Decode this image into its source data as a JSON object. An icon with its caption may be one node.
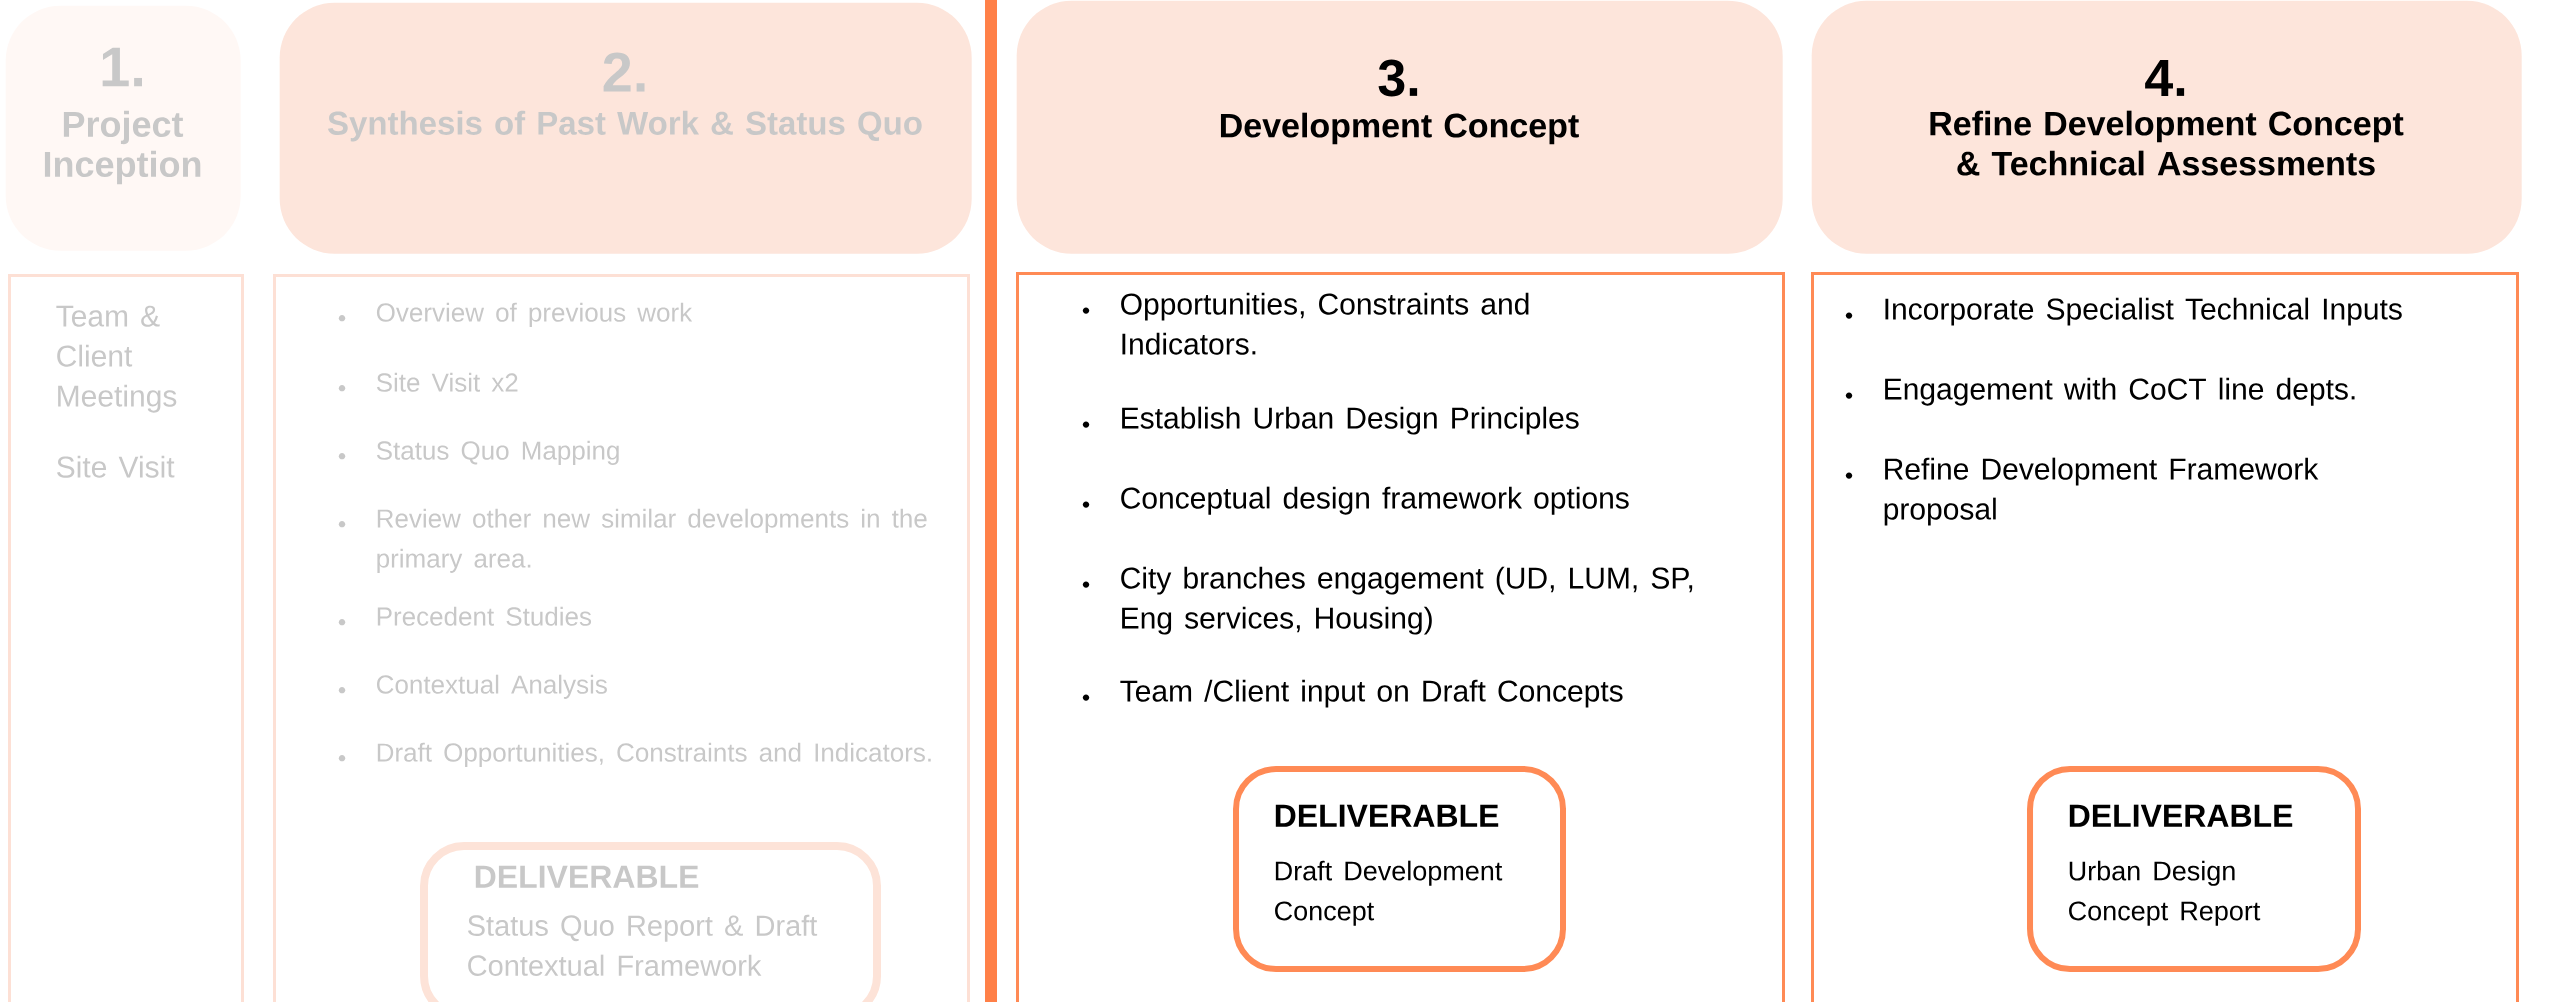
{
  "diagram": {
    "nodes": [
      {
        "text": [
          "1.",
          "Project Inception"
        ]
      },
      {
        "text": [
          "2.",
          "Synthesis of Past Work & Status Quo"
        ]
      },
      {
        "text": [
          "3.",
          "Development Concept"
        ]
      },
      {
        "text": [
          "4.",
          "Refine Development Concept & Technical Assessments"
        ]
      },
      {
        "text": [
          "Team & Client Meetings",
          "Site Visit"
        ]
      },
      {
        "text": [
          "Overview of previous work",
          "Site Visit x2",
          "Status Quo Mapping",
          "Review other new similar developments in the primary area.",
          "Precedent Studies",
          "Contextual Analysis",
          "Draft Opportunities, Constraints and Indicators."
        ]
      },
      {
        "text": [
          "Opportunities, Constraints and Indicators.",
          "Establish Urban Design Principles",
          "Conceptual design framework options",
          "City branches engagement (UD, LUM, SP, Eng services, Housing)",
          "Team /Client input on Draft Concepts"
        ]
      },
      {
        "text": [
          "Incorporate Specialist Technical Inputs",
          "Engagement with CoCT line depts.",
          "Refine Development Framework proposal"
        ]
      },
      {
        "text": [
          "DELIVERABLE",
          "Status Quo Report & Draft Contextual Framework"
        ],
        "in": 5
      },
      {
        "text": [
          "DELIVERABLE",
          "Draft Development Concept"
        ],
        "in": 6
      },
      {
        "text": [
          "DELIVERABLE",
          "Urban Design Concept Report"
        ],
        "in": 7
      }
    ]
  }
}
